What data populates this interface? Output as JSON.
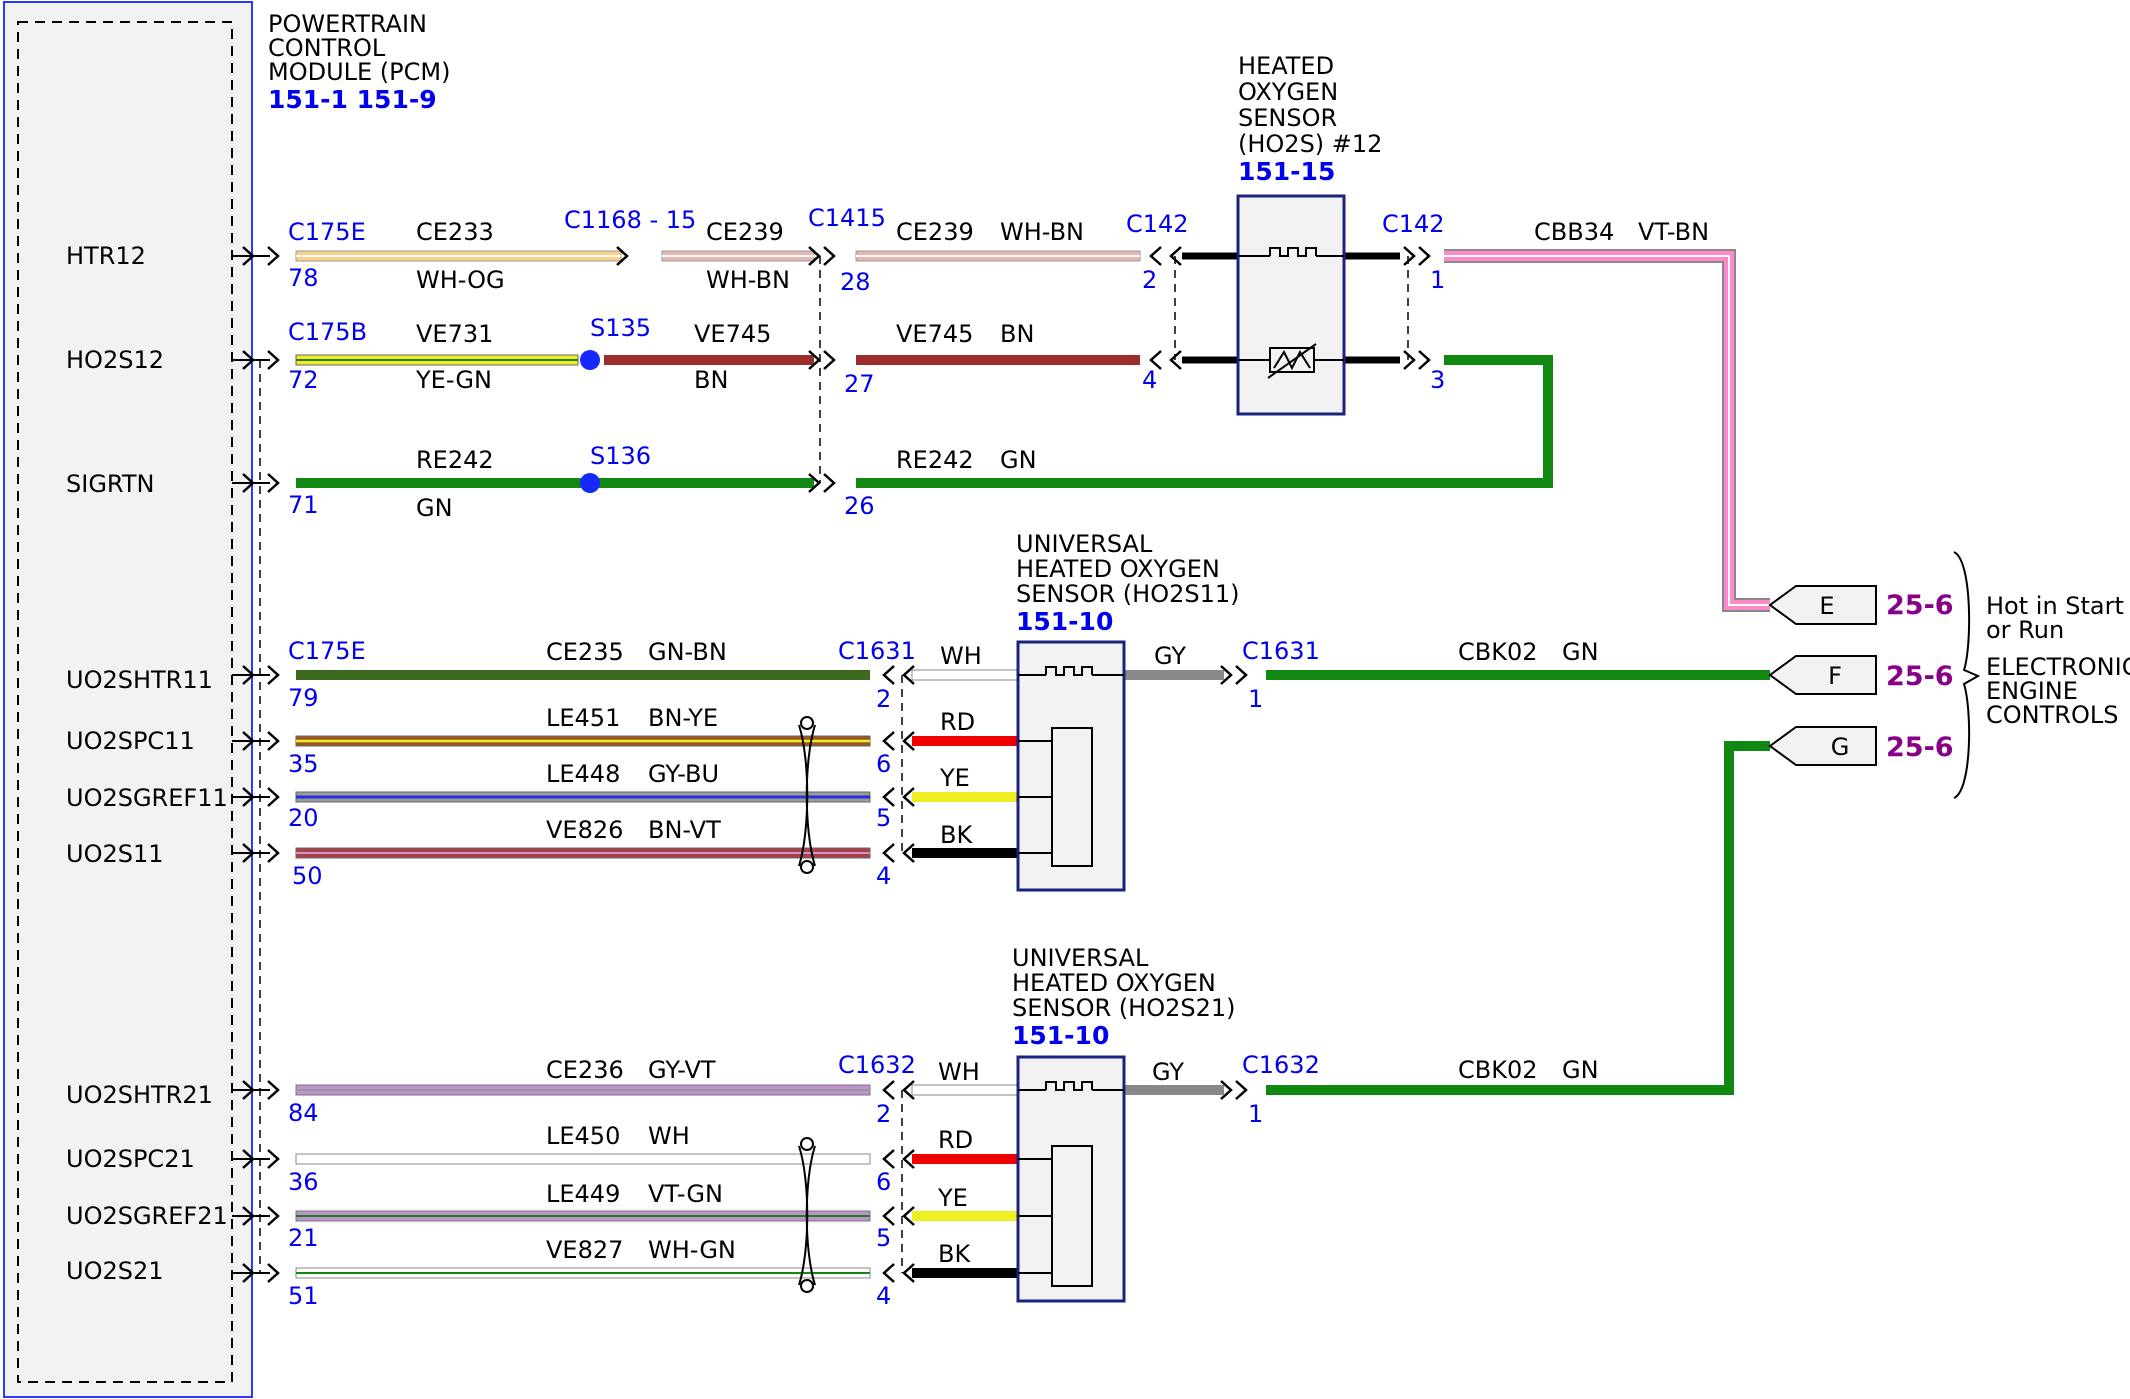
{
  "pcm": {
    "title": [
      "POWERTRAIN",
      "CONTROL",
      "MODULE (PCM)"
    ],
    "ref": "151-1 151-9",
    "pins": [
      "HTR12",
      "HO2S12",
      "SIGRTN",
      "UO2SHTR11",
      "UO2SPC11",
      "UO2SGREF11",
      "UO2S11",
      "UO2SHTR21",
      "UO2SPC21",
      "UO2SGREF21",
      "UO2S21"
    ]
  },
  "ho2s12": {
    "title": [
      "HEATED",
      "OXYGEN",
      "SENSOR",
      "(HO2S) #12"
    ],
    "ref": "151-15"
  },
  "ho2s11": {
    "title": [
      "UNIVERSAL",
      "HEATED OXYGEN",
      "SENSOR (HO2S11)"
    ],
    "ref": "151-10"
  },
  "ho2s21": {
    "title": [
      "UNIVERSAL",
      "HEATED OXYGEN",
      "SENSOR (HO2S21)"
    ],
    "ref": "151-10"
  },
  "connectors": {
    "c175e": "C175E",
    "c175b": "C175B",
    "c1168": "C1168 - 15",
    "c1415": "C1415",
    "c142": "C142",
    "c1631": "C1631",
    "c1632": "C1632",
    "s135": "S135",
    "s136": "S136"
  },
  "pin_numbers": {
    "p78": "78",
    "p72": "72",
    "p71": "71",
    "p79": "79",
    "p35": "35",
    "p20": "20",
    "p50": "50",
    "p84": "84",
    "p36": "36",
    "p21": "21",
    "p51": "51",
    "p28": "28",
    "p27": "27",
    "p26": "26",
    "h2": "2",
    "h4": "4",
    "h1": "1",
    "h3": "3",
    "u2": "2",
    "u6": "6",
    "u5": "5",
    "u4": "4",
    "u1": "1",
    "v2": "2",
    "v6": "6",
    "v5": "5",
    "v4": "4",
    "v1": "1"
  },
  "circuits": {
    "ce233": "CE233",
    "wh_og": "WH-OG",
    "ce239a": "CE239",
    "wh_bn_a": "WH-BN",
    "ce239b": "CE239",
    "wh_bn_b": "WH-BN",
    "cbb34": "CBB34",
    "vt_bn": "VT-BN",
    "ve731": "VE731",
    "ye_gn": "YE-GN",
    "ve745a": "VE745",
    "bn_a": "BN",
    "ve745b": "VE745",
    "bn_b": "BN",
    "re242a": "RE242",
    "gn_a": "GN",
    "re242b": "RE242",
    "gn_b": "GN",
    "ce235": "CE235",
    "gn_bn": "GN-BN",
    "le451": "LE451",
    "bn_ye": "BN-YE",
    "le448": "LE448",
    "gy_bu": "GY-BU",
    "ve826": "VE826",
    "bn_vt": "BN-VT",
    "wh1": "WH",
    "rd1": "RD",
    "ye1": "YE",
    "bk1": "BK",
    "gy1": "GY",
    "cbk02a": "CBK02",
    "gn_c": "GN",
    "ce236": "CE236",
    "gy_vt": "GY-VT",
    "le450": "LE450",
    "wh_b": "WH",
    "le449": "LE449",
    "vt_gn": "VT-GN",
    "ve827": "VE827",
    "wh_gn": "WH-GN",
    "wh2": "WH",
    "rd2": "RD",
    "ye2": "YE",
    "bk2": "BK",
    "gy2": "GY",
    "cbk02b": "CBK02",
    "gn_d": "GN"
  },
  "offpage": {
    "e": "E",
    "f": "F",
    "g": "G",
    "ref": "25-6",
    "note": [
      "Hot in Start",
      "or Run",
      "ELECTRONIC",
      "ENGINE",
      "CONTROLS"
    ]
  }
}
